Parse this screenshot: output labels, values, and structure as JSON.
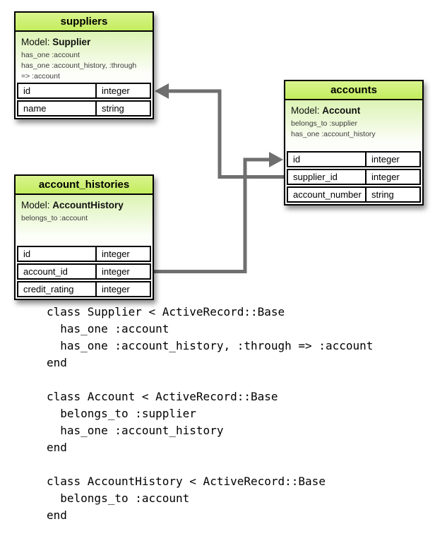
{
  "colors": {
    "table_header_green": "#c9ee62",
    "model_section_green": "#dcf3b4",
    "connector_gray": "#6f6f6f",
    "border_black": "#000000"
  },
  "tables": [
    {
      "name": "suppliers",
      "title": "suppliers",
      "model_label": "Model:",
      "model_name": "Supplier",
      "associations": [
        "has_one :account",
        "has_one :account_history, :through",
        "=> :account"
      ],
      "rows": [
        {
          "field": "id",
          "type": "integer"
        },
        {
          "field": "name",
          "type": "string"
        }
      ]
    },
    {
      "name": "accounts",
      "title": "accounts",
      "model_label": "Model:",
      "model_name": "Account",
      "associations": [
        "belongs_to :supplier",
        "has_one :account_history"
      ],
      "rows": [
        {
          "field": "id",
          "type": "integer"
        },
        {
          "field": "supplier_id",
          "type": "integer"
        },
        {
          "field": "account_number",
          "type": "string"
        }
      ]
    },
    {
      "name": "account_histories",
      "title": "account_histories",
      "model_label": "Model:",
      "model_name": "AccountHistory",
      "associations": [
        "belongs_to :account"
      ],
      "rows": [
        {
          "field": "id",
          "type": "integer"
        },
        {
          "field": "account_id",
          "type": "integer"
        },
        {
          "field": "credit_rating",
          "type": "integer"
        }
      ]
    }
  ],
  "connectors": [
    {
      "from": "accounts.supplier_id",
      "to": "suppliers.id",
      "direction": "left"
    },
    {
      "from": "account_histories.account_id",
      "to": "accounts.id",
      "direction": "right"
    }
  ],
  "code": {
    "text": "class Supplier < ActiveRecord::Base\n  has_one :account\n  has_one :account_history, :through => :account\nend\n\nclass Account < ActiveRecord::Base\n  belongs_to :supplier\n  has_one :account_history\nend\n\nclass AccountHistory < ActiveRecord::Base\n  belongs_to :account\nend"
  }
}
